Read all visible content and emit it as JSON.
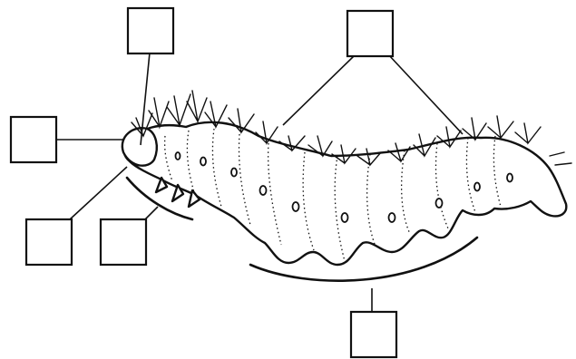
{
  "figure": {
    "subject": "caterpillar",
    "label_boxes": [
      {
        "id": "box-top-left",
        "value": ""
      },
      {
        "id": "box-left-head",
        "value": ""
      },
      {
        "id": "box-bottom-left-1",
        "value": ""
      },
      {
        "id": "box-bottom-left-2",
        "value": ""
      },
      {
        "id": "box-top-center",
        "value": ""
      },
      {
        "id": "box-bottom-center",
        "value": ""
      }
    ],
    "colors": {
      "ink": "#111111",
      "paper": "#ffffff"
    }
  }
}
